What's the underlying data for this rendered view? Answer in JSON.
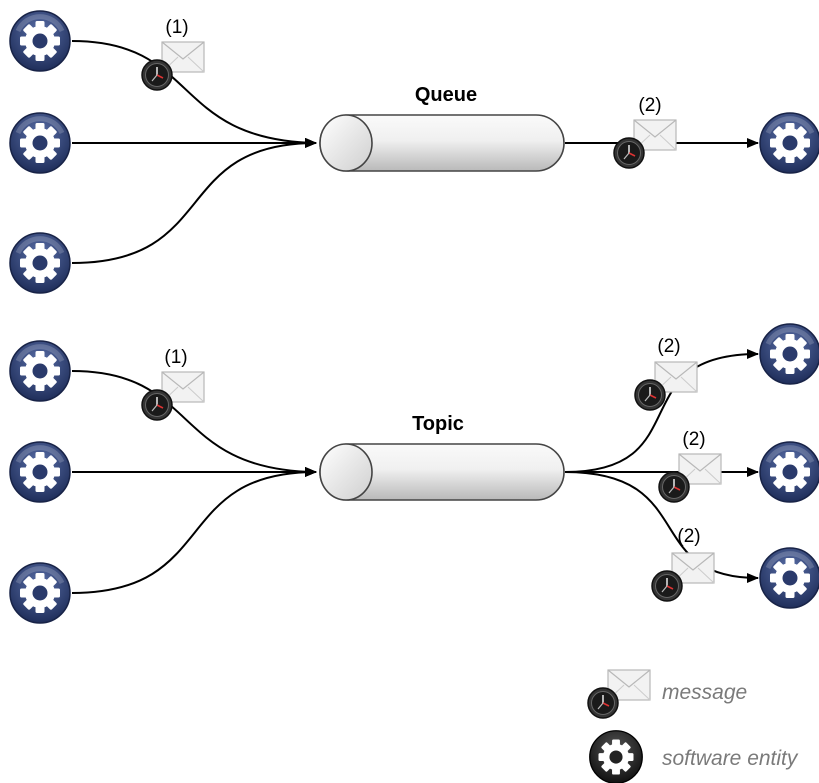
{
  "queue": {
    "title": "Queue",
    "incoming_label": "(1)",
    "outgoing_label": "(2)"
  },
  "topic": {
    "title": "Topic",
    "incoming_label": "(1)",
    "outgoing_labels": [
      "(2)",
      "(2)",
      "(2)"
    ]
  },
  "legend": {
    "message_label": "message",
    "entity_label": "software entity"
  },
  "icons": {
    "entity": "gear-icon",
    "message": "envelope-clock-icon"
  },
  "colors": {
    "entity_dark": "#1f2e5a",
    "entity_light": "#5a6fa8",
    "legend_entity": "#1a1a1a",
    "envelope": "#f2f2f2",
    "pipe": "#e6e6e6"
  }
}
